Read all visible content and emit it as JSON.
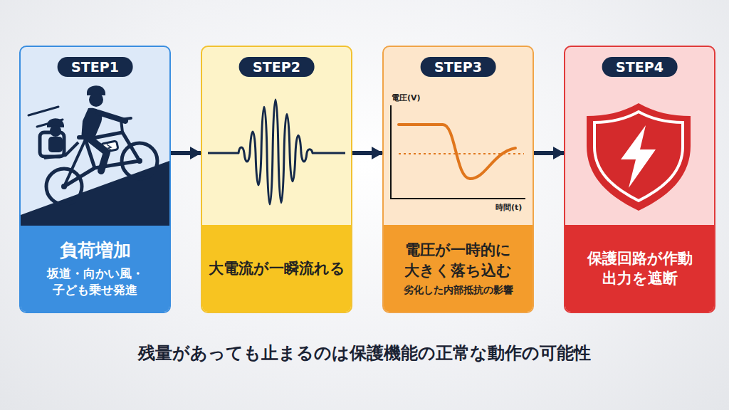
{
  "diagram": {
    "caption": "残量があっても止まるのは保護機能の正常な動作の可能性",
    "nodes": [
      {
        "text": [
          "STEP1",
          "負荷増加",
          "坂道・向かい風・ 子ども乗せ発進"
        ]
      },
      {
        "text": [
          "STEP2",
          "大電流が一瞬流れる"
        ]
      },
      {
        "text": [
          "STEP3",
          "電圧が一時的に 大きく落ち込む",
          "劣化した内部抵抗の影響"
        ]
      },
      {
        "text": [
          "STEP4",
          "保護回路が作動 出力を遮断"
        ]
      }
    ],
    "edges": [
      {
        "from": 0,
        "to": 1,
        "arrow": "to"
      },
      {
        "from": 1,
        "to": 2,
        "arrow": "to"
      },
      {
        "from": 2,
        "to": 3,
        "arrow": "to"
      }
    ],
    "labels": [
      "電圧(V)",
      "時間(t)"
    ]
  }
}
